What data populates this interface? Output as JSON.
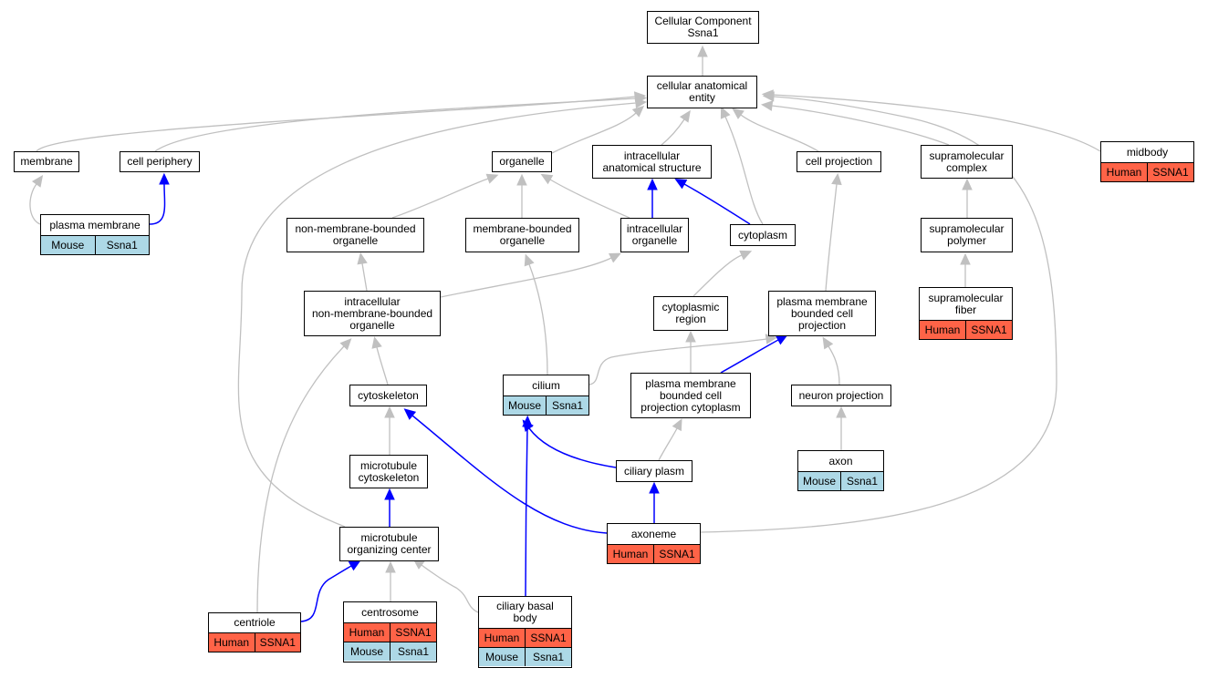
{
  "colors": {
    "is_a_edge": "#c0c0c0",
    "part_of_edge": "#0000ff",
    "human": "#ff6347",
    "mouse": "#add8e6"
  },
  "nodes": {
    "root": {
      "label": "Cellular Component\nSsna1"
    },
    "cae": {
      "label": "cellular anatomical\nentity"
    },
    "membrane": {
      "label": "membrane"
    },
    "cell_periphery": {
      "label": "cell periphery"
    },
    "organelle": {
      "label": "organelle"
    },
    "ias": {
      "label": "intracellular\nanatomical structure"
    },
    "cell_projection": {
      "label": "cell projection"
    },
    "supra_complex": {
      "label": "supramolecular\ncomplex"
    },
    "midbody": {
      "label": "midbody",
      "annotations": [
        [
          "Human",
          "SSNA1"
        ]
      ]
    },
    "plasma_membrane": {
      "label": "plasma membrane",
      "annotations": [
        [
          "Mouse",
          "Ssna1"
        ]
      ]
    },
    "nmbo": {
      "label": "non-membrane-bounded\norganelle"
    },
    "mbo": {
      "label": "membrane-bounded\norganelle"
    },
    "intra_org": {
      "label": "intracellular\norganelle"
    },
    "cytoplasm": {
      "label": "cytoplasm"
    },
    "supra_polymer": {
      "label": "supramolecular\npolymer"
    },
    "inmbo": {
      "label": "intracellular\nnon-membrane-bounded\norganelle"
    },
    "cyto_region": {
      "label": "cytoplasmic\nregion"
    },
    "pmbcp": {
      "label": "plasma membrane\nbounded cell\nprojection"
    },
    "supra_fiber": {
      "label": "supramolecular\nfiber",
      "annotations": [
        [
          "Human",
          "SSNA1"
        ]
      ]
    },
    "cytoskeleton": {
      "label": "cytoskeleton"
    },
    "cilium": {
      "label": "cilium",
      "annotations": [
        [
          "Mouse",
          "Ssna1"
        ]
      ]
    },
    "pmbcpc": {
      "label": "plasma membrane\nbounded cell\nprojection cytoplasm"
    },
    "neuron_proj": {
      "label": "neuron projection"
    },
    "axon": {
      "label": "axon",
      "annotations": [
        [
          "Mouse",
          "Ssna1"
        ]
      ]
    },
    "mt_cytoskeleton": {
      "label": "microtubule\ncytoskeleton"
    },
    "ciliary_plasm": {
      "label": "ciliary plasm"
    },
    "mtoc": {
      "label": "microtubule\norganizing center"
    },
    "axoneme": {
      "label": "axoneme",
      "annotations": [
        [
          "Human",
          "SSNA1"
        ]
      ]
    },
    "centriole": {
      "label": "centriole",
      "annotations": [
        [
          "Human",
          "SSNA1"
        ]
      ]
    },
    "centrosome": {
      "label": "centrosome",
      "annotations": [
        [
          "Human",
          "SSNA1"
        ],
        [
          "Mouse",
          "Ssna1"
        ]
      ]
    },
    "ciliary_basal_body": {
      "label": "ciliary basal\nbody",
      "annotations": [
        [
          "Human",
          "SSNA1"
        ],
        [
          "Mouse",
          "Ssna1"
        ]
      ]
    }
  },
  "edges": [
    {
      "from": "cae",
      "to": "root",
      "type": "is_a"
    },
    {
      "from": "membrane",
      "to": "cae",
      "type": "is_a"
    },
    {
      "from": "cell_periphery",
      "to": "cae",
      "type": "is_a"
    },
    {
      "from": "organelle",
      "to": "cae",
      "type": "is_a"
    },
    {
      "from": "ias",
      "to": "cae",
      "type": "is_a"
    },
    {
      "from": "cell_projection",
      "to": "cae",
      "type": "is_a"
    },
    {
      "from": "supra_complex",
      "to": "cae",
      "type": "is_a"
    },
    {
      "from": "midbody",
      "to": "cae",
      "type": "is_a"
    },
    {
      "from": "cytoplasm",
      "to": "cae",
      "type": "is_a"
    },
    {
      "from": "mtoc",
      "to": "cae",
      "type": "is_a"
    },
    {
      "from": "axoneme",
      "to": "cae",
      "type": "is_a"
    },
    {
      "from": "plasma_membrane",
      "to": "membrane",
      "type": "is_a"
    },
    {
      "from": "plasma_membrane",
      "to": "cell_periphery",
      "type": "part_of"
    },
    {
      "from": "nmbo",
      "to": "organelle",
      "type": "is_a"
    },
    {
      "from": "mbo",
      "to": "organelle",
      "type": "is_a"
    },
    {
      "from": "intra_org",
      "to": "organelle",
      "type": "is_a"
    },
    {
      "from": "intra_org",
      "to": "ias",
      "type": "part_of"
    },
    {
      "from": "cytoplasm",
      "to": "ias",
      "type": "part_of"
    },
    {
      "from": "supra_polymer",
      "to": "supra_complex",
      "type": "is_a"
    },
    {
      "from": "supra_fiber",
      "to": "supra_polymer",
      "type": "is_a"
    },
    {
      "from": "inmbo",
      "to": "nmbo",
      "type": "is_a"
    },
    {
      "from": "inmbo",
      "to": "intra_org",
      "type": "is_a"
    },
    {
      "from": "cyto_region",
      "to": "cytoplasm",
      "type": "is_a"
    },
    {
      "from": "pmbcp",
      "to": "cell_projection",
      "type": "is_a"
    },
    {
      "from": "cytoskeleton",
      "to": "inmbo",
      "type": "is_a"
    },
    {
      "from": "centriole",
      "to": "inmbo",
      "type": "is_a"
    },
    {
      "from": "cilium",
      "to": "mbo",
      "type": "is_a"
    },
    {
      "from": "cilium",
      "to": "pmbcp",
      "type": "is_a"
    },
    {
      "from": "pmbcpc",
      "to": "cyto_region",
      "type": "is_a"
    },
    {
      "from": "pmbcpc",
      "to": "pmbcp",
      "type": "part_of"
    },
    {
      "from": "neuron_proj",
      "to": "pmbcp",
      "type": "is_a"
    },
    {
      "from": "axon",
      "to": "neuron_proj",
      "type": "is_a"
    },
    {
      "from": "mt_cytoskeleton",
      "to": "cytoskeleton",
      "type": "is_a"
    },
    {
      "from": "ciliary_plasm",
      "to": "pmbcpc",
      "type": "is_a"
    },
    {
      "from": "ciliary_plasm",
      "to": "cilium",
      "type": "part_of"
    },
    {
      "from": "mtoc",
      "to": "mt_cytoskeleton",
      "type": "part_of"
    },
    {
      "from": "axoneme",
      "to": "ciliary_plasm",
      "type": "part_of"
    },
    {
      "from": "axoneme",
      "to": "cytoskeleton",
      "type": "part_of"
    },
    {
      "from": "centriole",
      "to": "mtoc",
      "type": "part_of"
    },
    {
      "from": "centrosome",
      "to": "mtoc",
      "type": "is_a"
    },
    {
      "from": "ciliary_basal_body",
      "to": "mtoc",
      "type": "is_a"
    },
    {
      "from": "ciliary_basal_body",
      "to": "cilium",
      "type": "part_of"
    }
  ]
}
